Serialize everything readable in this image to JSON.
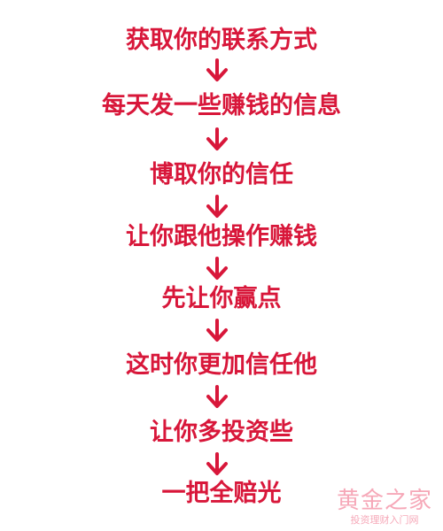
{
  "flow": {
    "steps": [
      "获取你的联系方式",
      "每天发一些赚钱的信息",
      "博取你的信任",
      "让你跟他操作赚钱",
      "先让你赢点",
      "这时你更加信任他",
      "让你多投资些",
      "一把全赔光"
    ]
  },
  "watermark": {
    "title": "黄金之家",
    "subtitle": "投资理财入门网"
  },
  "colors": {
    "text": "#d8173a",
    "arrow": "#d8173a",
    "watermark": "#f6a8b8",
    "background": "#ffffff"
  }
}
